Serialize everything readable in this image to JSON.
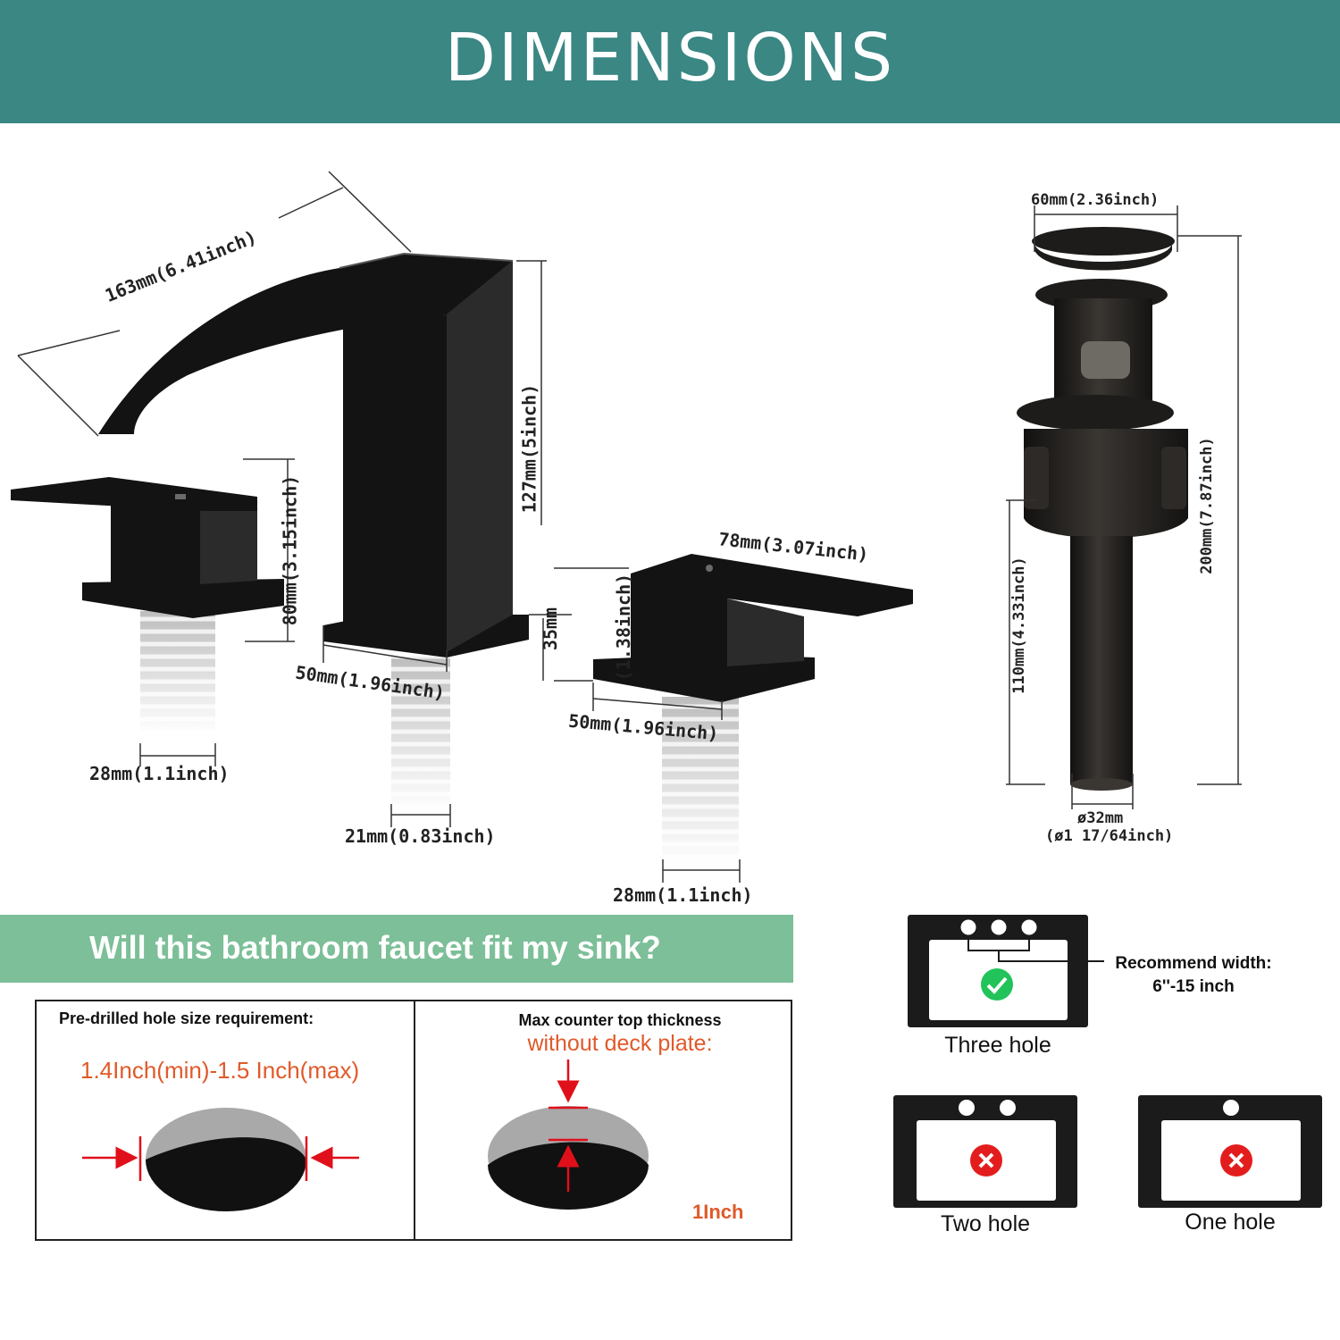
{
  "colors": {
    "banner": "#3a8784",
    "banner_text": "#ffffff",
    "fit_banner": "#7cbf98",
    "fit_text": "#ffffff",
    "product": "#131313",
    "product_edge": "#2b2b2b",
    "drain": "#1e1c1a",
    "accent_red": "#e05a2a",
    "arrow_red": "#e0101a",
    "ok_green": "#21c35a",
    "no_red": "#e31d1d",
    "line": "#333333"
  },
  "header": {
    "title": "DIMENSIONS"
  },
  "faucet": {
    "spout_length": "163mm(6.41inch)",
    "spout_height": "127mm(5inch)",
    "spout_base_width": "50mm(1.96inch)",
    "spout_shank": "21mm(0.83inch)",
    "left_handle_height": "80mm(3.15inch)",
    "left_handle_shank": "28mm(1.1inch)",
    "right_handle_length": "78mm(3.07inch)",
    "right_handle_height_mm": "35mm",
    "right_handle_height_in": "(1.38inch)",
    "right_handle_base_width": "50mm(1.96inch)",
    "right_handle_shank": "28mm(1.1inch)"
  },
  "drain": {
    "cap_diameter": "60mm(2.36inch)",
    "total_height": "200mm(7.87inch)",
    "tail_height": "110mm(4.33inch)",
    "pipe_diameter_mm": "ø32mm",
    "pipe_diameter_in": "(ø1 17/64inch)"
  },
  "fit": {
    "title": "Will this bathroom faucet fit my sink?",
    "hole_requirement_label": "Pre-drilled hole size requirement:",
    "hole_range": "1.4Inch(min)-1.5 Inch(max)",
    "thickness_label": "Max counter top thickness",
    "thickness_sub": "without deck plate:",
    "thickness_value": "1Inch"
  },
  "sinks": {
    "recommend_label": "Recommend width:",
    "recommend_value": "6''-15 inch",
    "three": "Three hole",
    "two": "Two hole",
    "one": "One hole"
  }
}
